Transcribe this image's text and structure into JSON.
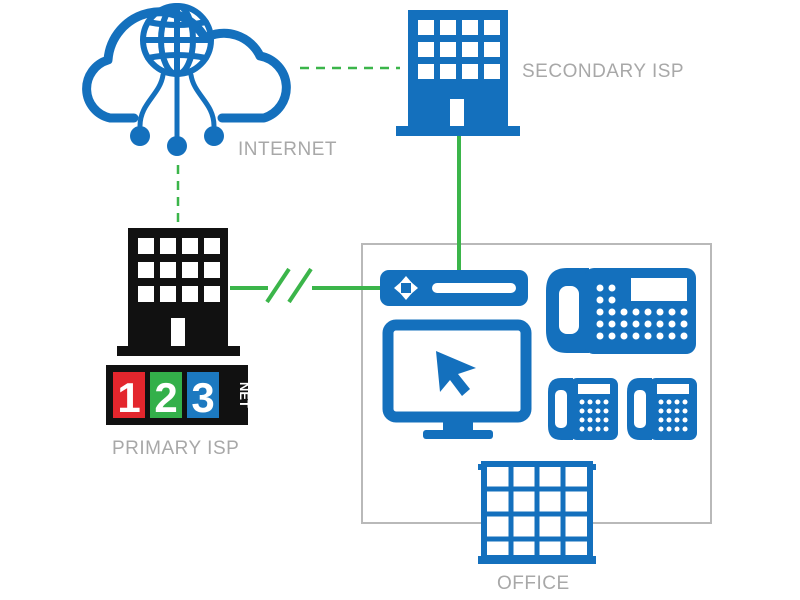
{
  "labels": {
    "internet": "INTERNET",
    "secondary_isp": "SECONDARY ISP",
    "primary_isp": "PRIMARY ISP",
    "office": "OFFICE"
  },
  "logo": {
    "digits": [
      "1",
      "2",
      "3"
    ],
    "suffix": "NET",
    "digit_colors": [
      "#e3262d",
      "#33b04a",
      "#1c79c0"
    ]
  },
  "colors": {
    "accent_blue": "#1470bd",
    "link_green": "#3bb54a",
    "label_gray": "#a8a8a8",
    "box_gray": "#b9b9b9",
    "primary_building": "#111111"
  },
  "icons": {
    "internet": "cloud-globe-icon",
    "secondary_isp": "office-building-icon",
    "primary_isp": "office-building-icon",
    "router": "router-icon",
    "monitor": "monitor-icon",
    "phones": "desk-phone-icon",
    "office": "office-building-icon"
  },
  "links": [
    {
      "from": "internet",
      "to": "secondary_isp",
      "style": "dashed"
    },
    {
      "from": "internet",
      "to": "primary_isp",
      "style": "dashed"
    },
    {
      "from": "secondary_isp",
      "to": "router",
      "style": "solid"
    },
    {
      "from": "primary_isp",
      "to": "router",
      "style": "solid-with-break"
    }
  ]
}
